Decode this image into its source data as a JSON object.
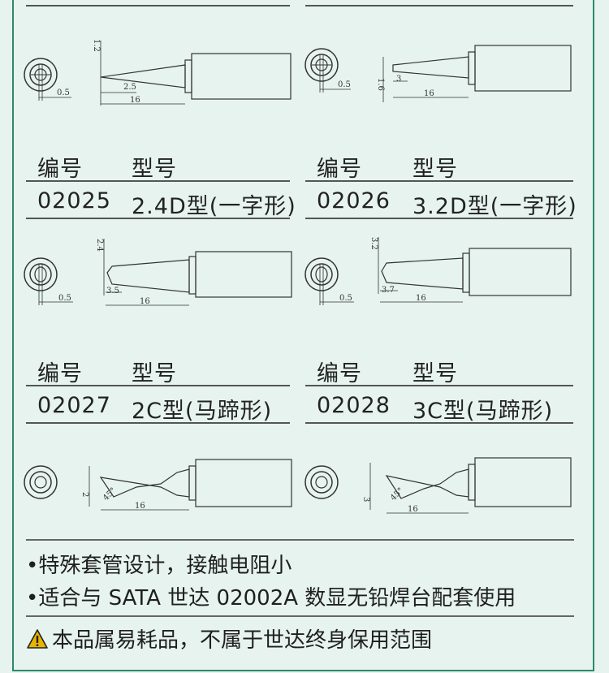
{
  "rows": [
    {
      "code_header": "编号",
      "model_header": "型号",
      "code": "02025",
      "model": "2.4D型(一字形)"
    },
    {
      "code_header": "编号",
      "model_header": "型号",
      "code": "02026",
      "model": "3.2D型(一字形)"
    },
    {
      "code_header": "编号",
      "model_header": "型号",
      "code": "02027",
      "model": "2C型(马蹄形)"
    },
    {
      "code_header": "编号",
      "model_header": "型号",
      "code": "02028",
      "model": "3C型(马蹄形)"
    }
  ],
  "dims": {
    "r1_left": [
      "1.2",
      "0.5",
      "2.5",
      "16"
    ],
    "r1_right": [
      "0.5",
      "1.6",
      "3",
      "16"
    ],
    "r2_left": [
      "2.4",
      "0.5",
      "3.5",
      "16"
    ],
    "r2_right": [
      "3.2",
      "0.5",
      "3.7",
      "16"
    ],
    "r3_left": [
      "2",
      "45°",
      "16"
    ],
    "r3_right": [
      "3",
      "45°",
      "16"
    ]
  },
  "features": [
    "特殊套管设计，接触电阻小",
    "适合与 SATA 世达 02002A 数显无铅焊台配套使用"
  ],
  "warning": "本品属易耗品，不属于世达终身保用范围",
  "colors": {
    "frame": "#2b8a6b",
    "background": "#e6f3ee",
    "warning_icon": "#e8b400"
  },
  "icons": [
    "bullet-dot",
    "warning-triangle-icon"
  ]
}
